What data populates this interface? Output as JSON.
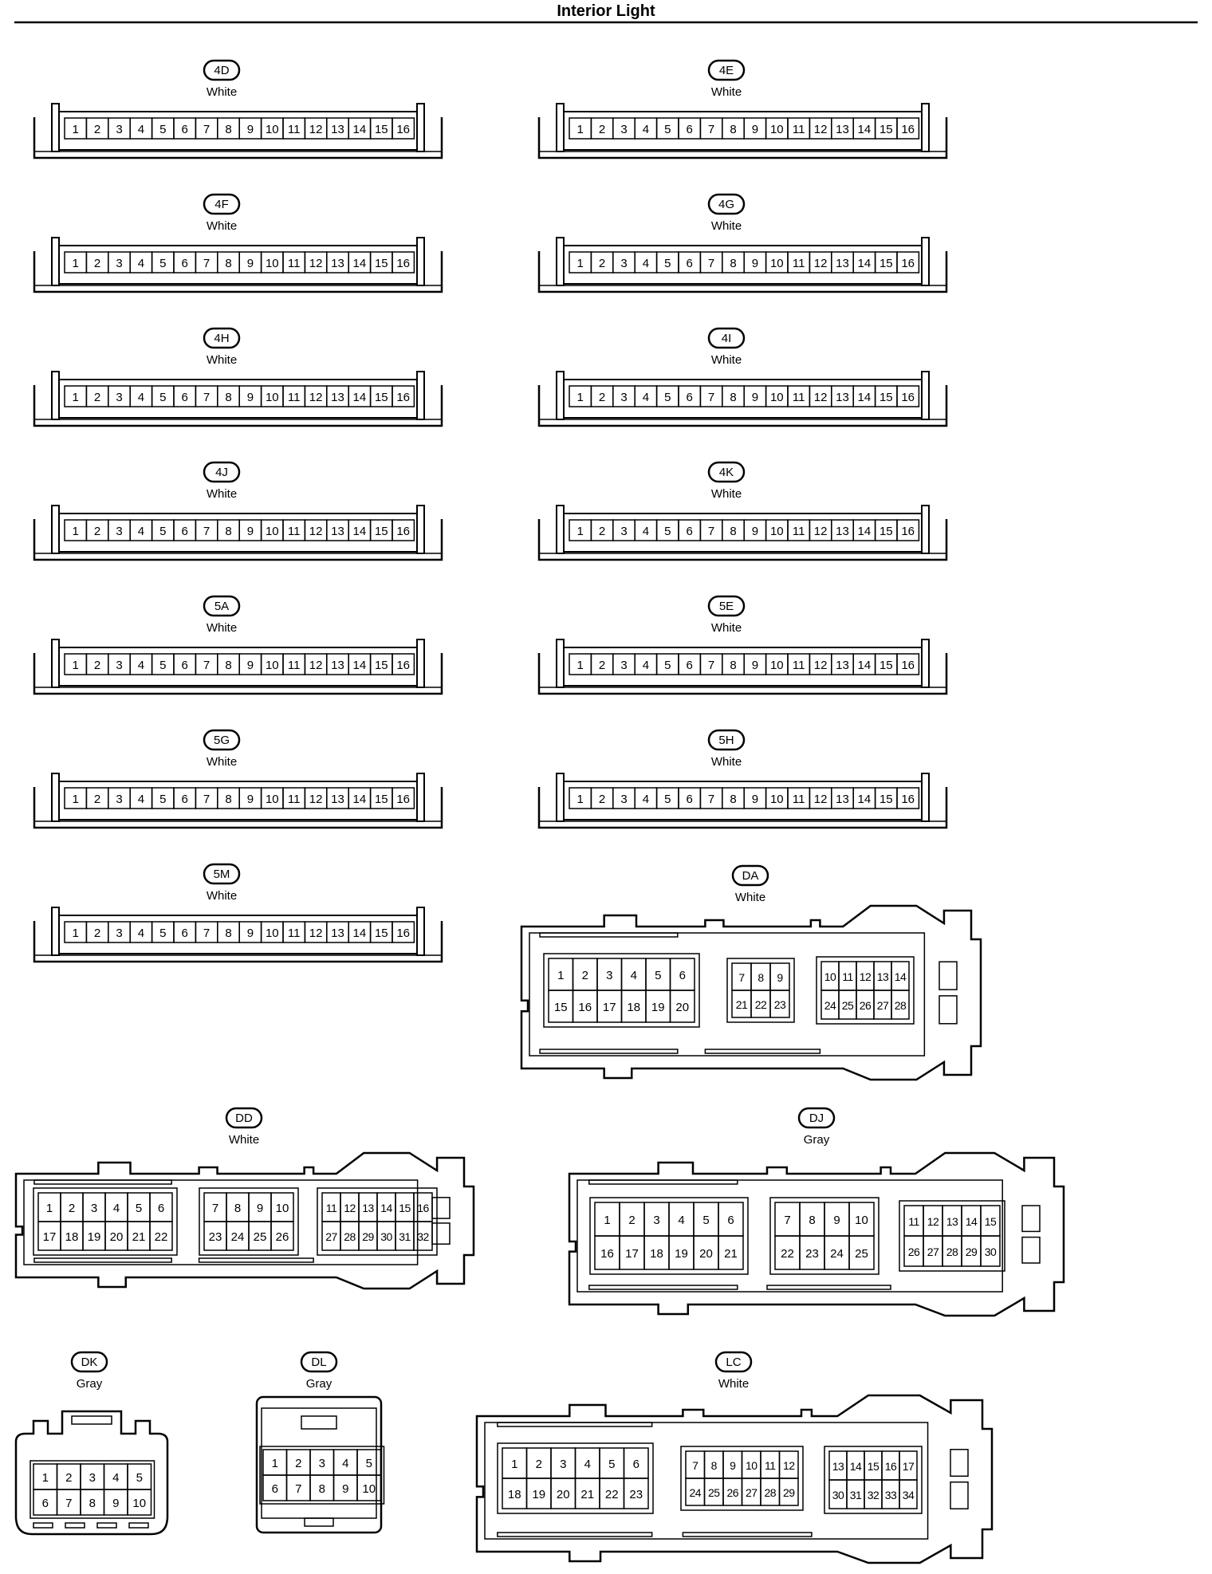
{
  "title": "Interior Light",
  "linear_connectors": [
    {
      "id": "4D",
      "color": "White",
      "pins": [
        "1",
        "2",
        "3",
        "4",
        "5",
        "6",
        "7",
        "8",
        "9",
        "10",
        "11",
        "12",
        "13",
        "14",
        "15",
        "16"
      ]
    },
    {
      "id": "4E",
      "color": "White",
      "pins": [
        "1",
        "2",
        "3",
        "4",
        "5",
        "6",
        "7",
        "8",
        "9",
        "10",
        "11",
        "12",
        "13",
        "14",
        "15",
        "16"
      ]
    },
    {
      "id": "4F",
      "color": "White",
      "pins": [
        "1",
        "2",
        "3",
        "4",
        "5",
        "6",
        "7",
        "8",
        "9",
        "10",
        "11",
        "12",
        "13",
        "14",
        "15",
        "16"
      ]
    },
    {
      "id": "4G",
      "color": "White",
      "pins": [
        "1",
        "2",
        "3",
        "4",
        "5",
        "6",
        "7",
        "8",
        "9",
        "10",
        "11",
        "12",
        "13",
        "14",
        "15",
        "16"
      ]
    },
    {
      "id": "4H",
      "color": "White",
      "pins": [
        "1",
        "2",
        "3",
        "4",
        "5",
        "6",
        "7",
        "8",
        "9",
        "10",
        "11",
        "12",
        "13",
        "14",
        "15",
        "16"
      ]
    },
    {
      "id": "4I",
      "color": "White",
      "pins": [
        "1",
        "2",
        "3",
        "4",
        "5",
        "6",
        "7",
        "8",
        "9",
        "10",
        "11",
        "12",
        "13",
        "14",
        "15",
        "16"
      ]
    },
    {
      "id": "4J",
      "color": "White",
      "pins": [
        "1",
        "2",
        "3",
        "4",
        "5",
        "6",
        "7",
        "8",
        "9",
        "10",
        "11",
        "12",
        "13",
        "14",
        "15",
        "16"
      ]
    },
    {
      "id": "4K",
      "color": "White",
      "pins": [
        "1",
        "2",
        "3",
        "4",
        "5",
        "6",
        "7",
        "8",
        "9",
        "10",
        "11",
        "12",
        "13",
        "14",
        "15",
        "16"
      ]
    },
    {
      "id": "5A",
      "color": "White",
      "pins": [
        "1",
        "2",
        "3",
        "4",
        "5",
        "6",
        "7",
        "8",
        "9",
        "10",
        "11",
        "12",
        "13",
        "14",
        "15",
        "16"
      ]
    },
    {
      "id": "5E",
      "color": "White",
      "pins": [
        "1",
        "2",
        "3",
        "4",
        "5",
        "6",
        "7",
        "8",
        "9",
        "10",
        "11",
        "12",
        "13",
        "14",
        "15",
        "16"
      ]
    },
    {
      "id": "5G",
      "color": "White",
      "pins": [
        "1",
        "2",
        "3",
        "4",
        "5",
        "6",
        "7",
        "8",
        "9",
        "10",
        "11",
        "12",
        "13",
        "14",
        "15",
        "16"
      ]
    },
    {
      "id": "5H",
      "color": "White",
      "pins": [
        "1",
        "2",
        "3",
        "4",
        "5",
        "6",
        "7",
        "8",
        "9",
        "10",
        "11",
        "12",
        "13",
        "14",
        "15",
        "16"
      ]
    },
    {
      "id": "5M",
      "color": "White",
      "pins": [
        "1",
        "2",
        "3",
        "4",
        "5",
        "6",
        "7",
        "8",
        "9",
        "10",
        "11",
        "12",
        "13",
        "14",
        "15",
        "16"
      ]
    }
  ],
  "block_connectors": [
    {
      "id": "DA",
      "color": "White",
      "groups": [
        {
          "top": [
            "1",
            "2",
            "3",
            "4",
            "5",
            "6"
          ],
          "bottom": [
            "15",
            "16",
            "17",
            "18",
            "19",
            "20"
          ]
        },
        {
          "top": [
            "7",
            "8",
            "9"
          ],
          "bottom": [
            "21",
            "22",
            "23"
          ]
        },
        {
          "top": [
            "10",
            "11",
            "12",
            "13",
            "14"
          ],
          "bottom": [
            "24",
            "25",
            "26",
            "27",
            "28"
          ]
        }
      ]
    },
    {
      "id": "DD",
      "color": "White",
      "groups": [
        {
          "top": [
            "1",
            "2",
            "3",
            "4",
            "5",
            "6"
          ],
          "bottom": [
            "17",
            "18",
            "19",
            "20",
            "21",
            "22"
          ]
        },
        {
          "top": [
            "7",
            "8",
            "9",
            "10"
          ],
          "bottom": [
            "23",
            "24",
            "25",
            "26"
          ]
        },
        {
          "top": [
            "11",
            "12",
            "13",
            "14",
            "15",
            "16"
          ],
          "bottom": [
            "27",
            "28",
            "29",
            "30",
            "31",
            "32"
          ]
        }
      ]
    },
    {
      "id": "DJ",
      "color": "Gray",
      "groups": [
        {
          "top": [
            "1",
            "2",
            "3",
            "4",
            "5",
            "6"
          ],
          "bottom": [
            "16",
            "17",
            "18",
            "19",
            "20",
            "21"
          ]
        },
        {
          "top": [
            "7",
            "8",
            "9",
            "10"
          ],
          "bottom": [
            "22",
            "23",
            "24",
            "25"
          ]
        },
        {
          "top": [
            "11",
            "12",
            "13",
            "14",
            "15"
          ],
          "bottom": [
            "26",
            "27",
            "28",
            "29",
            "30"
          ]
        }
      ]
    },
    {
      "id": "LC",
      "color": "White",
      "groups": [
        {
          "top": [
            "1",
            "2",
            "3",
            "4",
            "5",
            "6"
          ],
          "bottom": [
            "18",
            "19",
            "20",
            "21",
            "22",
            "23"
          ]
        },
        {
          "top": [
            "7",
            "8",
            "9",
            "10",
            "11",
            "12"
          ],
          "bottom": [
            "24",
            "25",
            "26",
            "27",
            "28",
            "29"
          ]
        },
        {
          "top": [
            "13",
            "14",
            "15",
            "16",
            "17"
          ],
          "bottom": [
            "30",
            "31",
            "32",
            "33",
            "34"
          ]
        }
      ]
    }
  ],
  "small_connectors": [
    {
      "id": "DK",
      "color": "Gray",
      "top": [
        "1",
        "2",
        "3",
        "4",
        "5"
      ],
      "bottom": [
        "6",
        "7",
        "8",
        "9",
        "10"
      ]
    },
    {
      "id": "DL",
      "color": "Gray",
      "top": [
        "1",
        "2",
        "3",
        "4",
        "5"
      ],
      "bottom": [
        "6",
        "7",
        "8",
        "9",
        "10"
      ]
    }
  ]
}
